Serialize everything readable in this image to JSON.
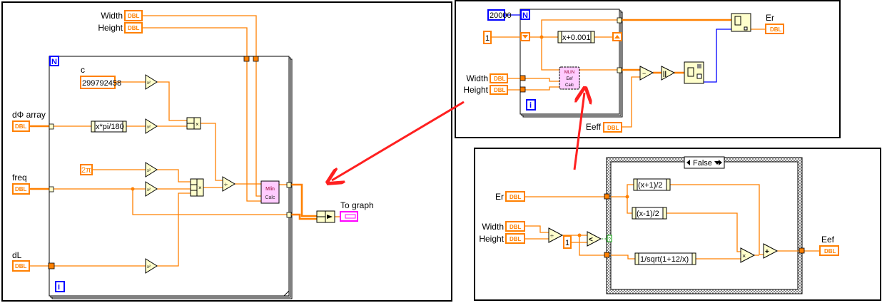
{
  "colors": {
    "wire_double": "#ff8000",
    "wire_integer": "#0000ff",
    "node_fill": "#ffffcc",
    "subvi_fill": "#ffccff",
    "annotation_arrow": "#ff2020"
  },
  "type_label": "DBL",
  "panel1": {
    "controls": {
      "width": "Width",
      "height": "Height",
      "dphi": "dΦ array",
      "freq": "freq",
      "dl": "dL"
    },
    "constant_c_label": "c",
    "constant_c": "299792458",
    "constant_2pi": "2π",
    "expr_node": "x*pi/180",
    "subvi": {
      "line1": "Mlin",
      "line2": "Calc"
    },
    "loop_count": "N",
    "loop_index": "i",
    "output_label": "To graph",
    "square_symbol": "x²",
    "multiply_symbol": "×",
    "divide_symbol": "÷"
  },
  "panel2": {
    "count_constant": "20000",
    "init_constant": "1",
    "expr_node": "x+0.001",
    "subvi": {
      "line1": "MLIN",
      "line2": "Eef",
      "line3": "Calc"
    },
    "controls": {
      "width": "Width",
      "height": "Height",
      "eeff": "Eeff"
    },
    "output_label": "Er",
    "loop_count": "N",
    "loop_index": "i",
    "subtract_symbol": "−",
    "abs_symbol": "||"
  },
  "panel3": {
    "controls": {
      "er": "Er",
      "width": "Width",
      "height": "Height"
    },
    "constant_one": "1",
    "case_selector": "False",
    "expr1": "(x+1)/2",
    "expr2": "(x-1)/2",
    "expr3": "1/sqrt(1+12/x)",
    "output_label": "Eef",
    "less_symbol": "<",
    "multiply_symbol": "×",
    "add_symbol": "+",
    "divide_symbol": "÷",
    "selector_terminal": "?"
  }
}
